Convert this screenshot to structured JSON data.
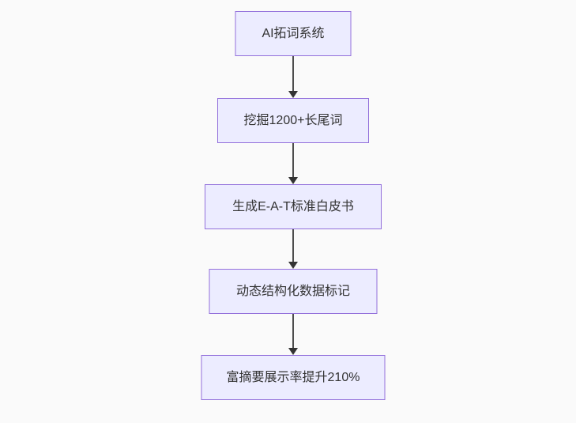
{
  "page": {
    "background_color": "#fafafa"
  },
  "diagram": {
    "type": "flowchart-top-down",
    "node_fill_color": "#ECECFF",
    "node_border_color": "#9370DB",
    "node_text_color": "#333333",
    "arrow_color": "#333333",
    "nodes": [
      {
        "label": "AI拓词系统"
      },
      {
        "label": "挖掘1200+长尾词"
      },
      {
        "label": "生成E-A-T标准白皮书"
      },
      {
        "label": "动态结构化数据标记"
      },
      {
        "label": "富摘要展示率提升210%"
      }
    ],
    "edges": [
      {
        "from": "AI拓词系统",
        "to": "挖掘1200+长尾词"
      },
      {
        "from": "挖掘1200+长尾词",
        "to": "生成E-A-T标准白皮书"
      },
      {
        "from": "生成E-A-T标准白皮书",
        "to": "动态结构化数据标记"
      },
      {
        "from": "动态结构化数据标记",
        "to": "富摘要展示率提升210%"
      }
    ]
  }
}
